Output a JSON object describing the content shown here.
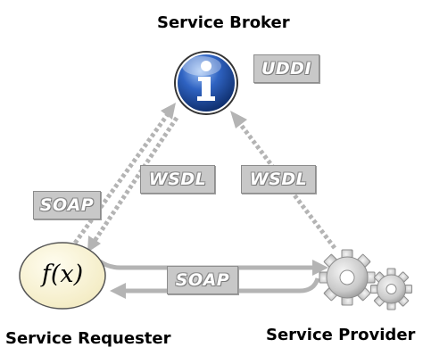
{
  "roles": {
    "broker": "Service Broker",
    "requester": "Service Requester",
    "provider": "Service Provider"
  },
  "tags": {
    "uddi": "UDDI",
    "wsdl_left": "WSDL",
    "wsdl_right": "WSDL",
    "soap_left": "SOAP",
    "soap_middle": "SOAP"
  },
  "requester_symbol": "f(x)",
  "icons": {
    "broker": "info-icon",
    "provider": "gears-icon"
  },
  "colors": {
    "broker_icon_blue": "#1f4fa8",
    "tag_gray": "#c8c8c8",
    "arrow_gray": "#b4b4b4",
    "requester_fill": "#fbf6d8"
  }
}
